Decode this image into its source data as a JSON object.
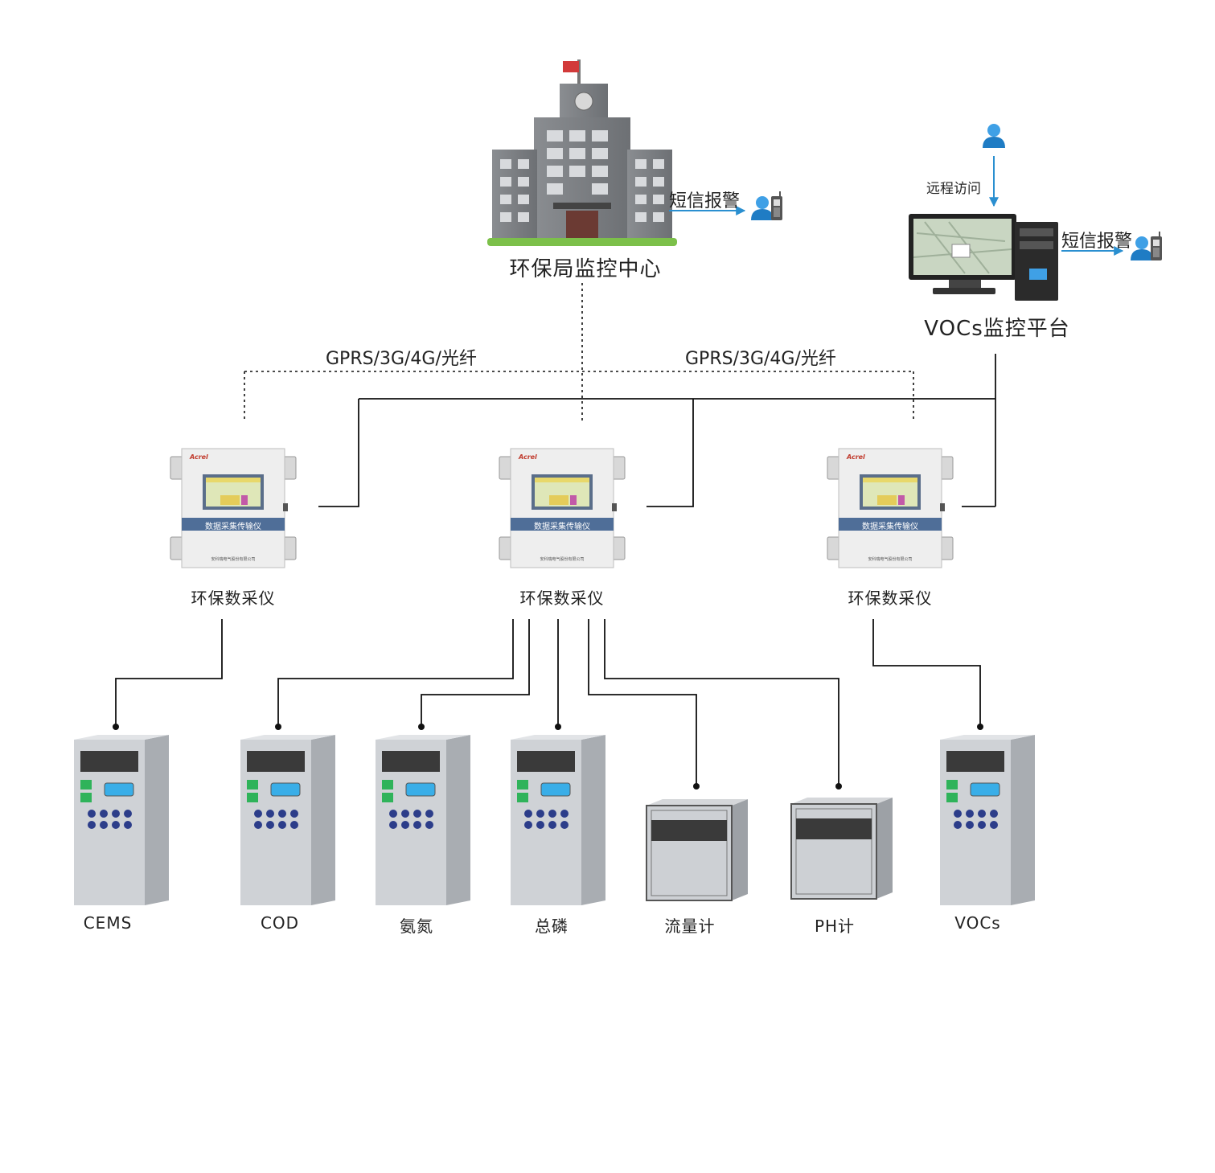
{
  "epa_center": {
    "label": "环保局监控中心",
    "sms_alarm": "短信报警"
  },
  "vocs_platform": {
    "label": "VOCs监控平台",
    "remote_access": "远程访问",
    "sms_alarm": "短信报警"
  },
  "network": {
    "left_label": "GPRS/3G/4G/光纤",
    "right_label": "GPRS/3G/4G/光纤"
  },
  "collectors": [
    {
      "label": "环保数采仪",
      "brand": "Acrel",
      "screen_title": "数据采集传输仪",
      "maker": "安科瑞电气股份有限公司"
    },
    {
      "label": "环保数采仪",
      "brand": "Acrel",
      "screen_title": "数据采集传输仪",
      "maker": "安科瑞电气股份有限公司"
    },
    {
      "label": "环保数采仪",
      "brand": "Acrel",
      "screen_title": "数据采集传输仪",
      "maker": "安科瑞电气股份有限公司"
    }
  ],
  "analyzers": [
    {
      "label": "CEMS"
    },
    {
      "label": "COD"
    },
    {
      "label": "氨氮"
    },
    {
      "label": "总磷"
    },
    {
      "label": "流量计"
    },
    {
      "label": "PH计"
    },
    {
      "label": "VOCs"
    }
  ],
  "colors": {
    "line": "#111111",
    "arrow": "#2a8fd0",
    "cabinet_front": "#cfd2d6",
    "cabinet_side": "#a9adb2",
    "display": "#3a3a3a",
    "collector_bar": "#4f6e98"
  }
}
